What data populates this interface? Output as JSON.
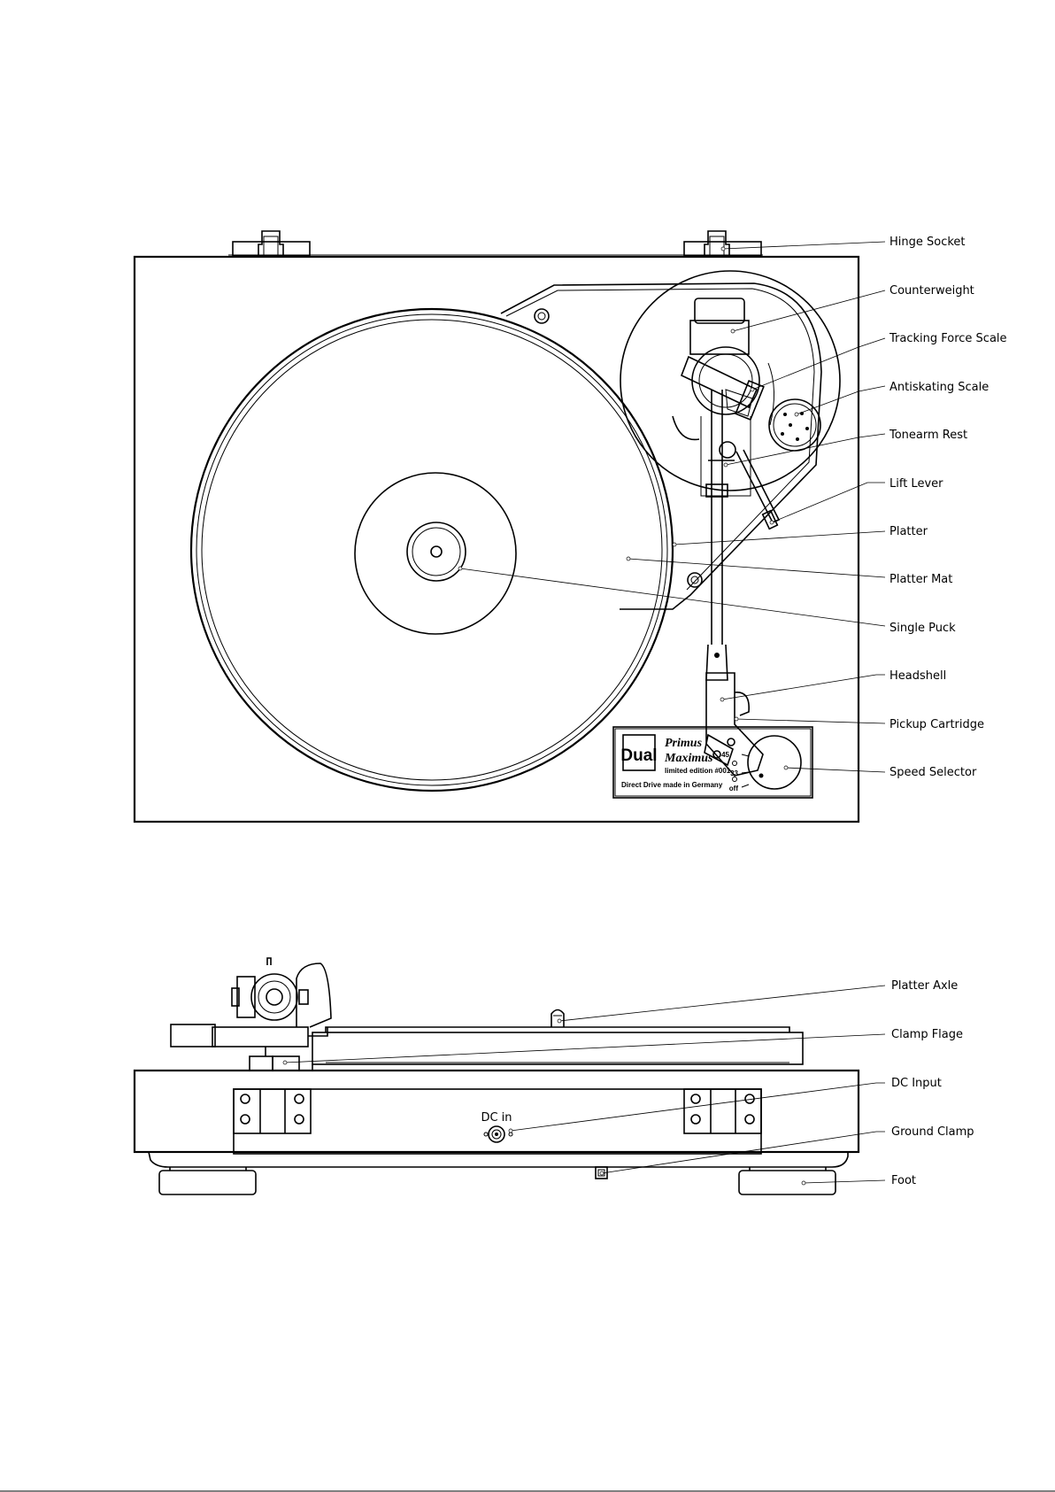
{
  "top_view": {
    "labels": [
      "Hinge Socket",
      "Counterweight",
      "Tracking Force Scale",
      "Antiskating Scale",
      "Tonearm Rest",
      "Lift Lever",
      "Platter",
      "Platter Mat",
      "Single Puck",
      "Headshell",
      "Pickup Cartridge",
      "Speed Selector"
    ],
    "nameplate": {
      "brand": "Dual",
      "model_line1": "Primus",
      "model_line2": "Maximus",
      "edition": "limited edition #001",
      "tagline": "Direct Drive made in Germany",
      "speeds": [
        "45",
        "33",
        "off"
      ]
    }
  },
  "side_view": {
    "labels": [
      "Platter Axle",
      "Clamp Flage",
      "DC Input",
      "Ground Clamp",
      "Foot"
    ],
    "dc_text": "DC in"
  }
}
